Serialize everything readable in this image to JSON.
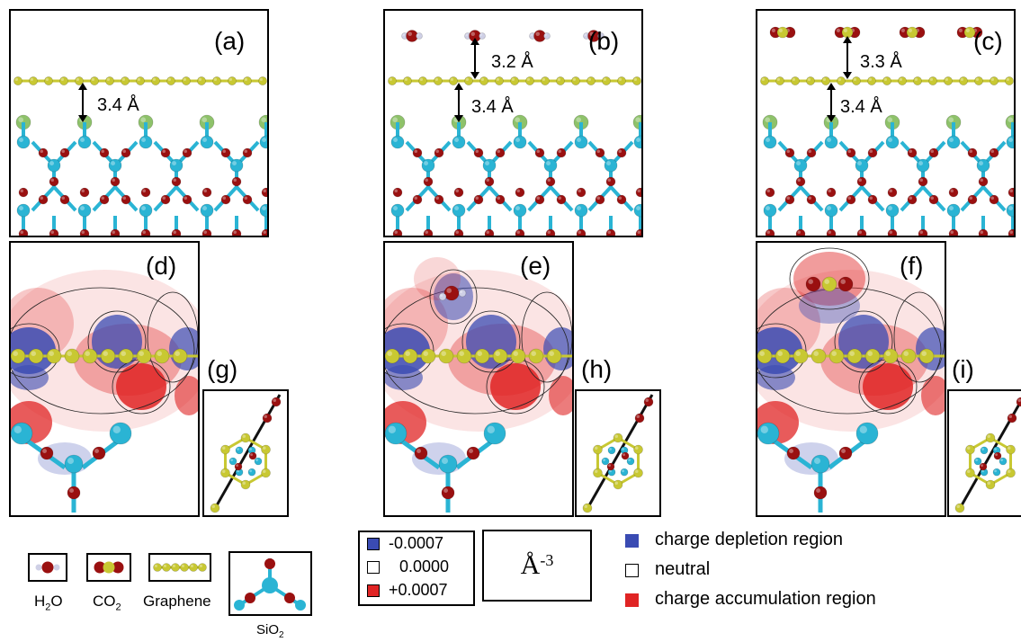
{
  "panels": {
    "a": {
      "label": "(a)",
      "dist_lower": "3.4 Å"
    },
    "b": {
      "label": "(b)",
      "dist_upper": "3.2 Å",
      "dist_lower": "3.4 Å"
    },
    "c": {
      "label": "(c)",
      "dist_upper": "3.3 Å",
      "dist_lower": "3.4 Å"
    },
    "d": {
      "label": "(d)"
    },
    "e": {
      "label": "(e)"
    },
    "f": {
      "label": "(f)"
    },
    "g": {
      "label": "(g)"
    },
    "h": {
      "label": "(h)"
    },
    "i": {
      "label": "(i)"
    }
  },
  "legend": {
    "molecules": [
      {
        "name": "H2O",
        "base": "H",
        "sub": "2",
        "tail": "O"
      },
      {
        "name": "CO2",
        "base": "CO",
        "sub": "2",
        "tail": ""
      },
      {
        "name": "Graphene",
        "base": "Graphene",
        "sub": "",
        "tail": ""
      },
      {
        "name": "SiO2",
        "base": "SiO",
        "sub": "2",
        "tail": ""
      }
    ],
    "scale": [
      {
        "value": "-0.0007",
        "color": "#3a4bb3"
      },
      {
        "value": "0.0000",
        "color": "#ffffff"
      },
      {
        "value": "+0.0007",
        "color": "#e02424"
      }
    ],
    "unit_base": "Å",
    "unit_exp": "-3",
    "descriptions": [
      {
        "text": "charge depletion region",
        "color": "#3a4bb3"
      },
      {
        "text": "neutral",
        "color": "#ffffff"
      },
      {
        "text": "charge accumulation region",
        "color": "#e02424"
      }
    ]
  },
  "colors": {
    "carbon": "#c8c832",
    "silicon": "#2ab4d4",
    "oxygen": "#9a1010",
    "hydrogen": "#cfd0e6",
    "fluorine_green": "#8ec26a",
    "depletion": "#3a4bb3",
    "accumulation": "#e02424"
  }
}
